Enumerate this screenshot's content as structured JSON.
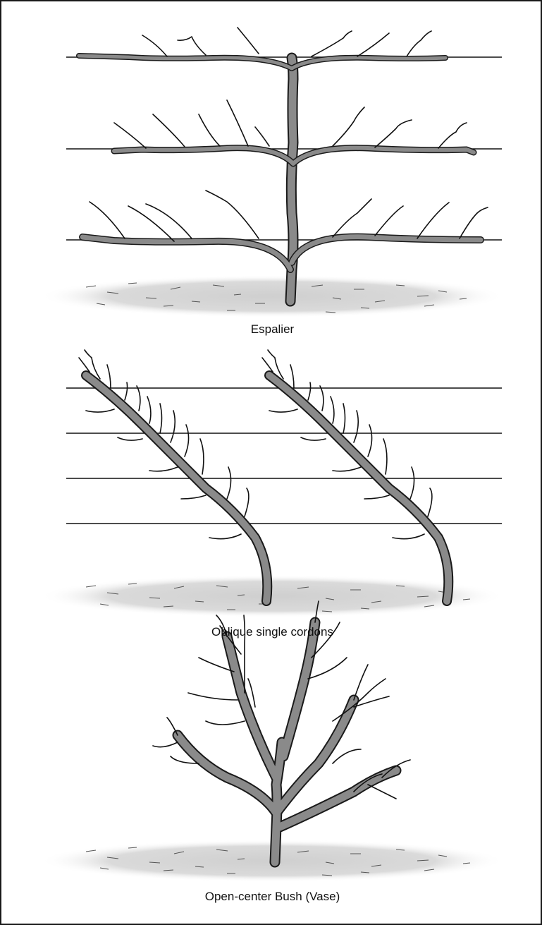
{
  "colors": {
    "bark": "#8a8a8a",
    "outline": "#1a1a1a",
    "ground": "#d6d6d6"
  },
  "figures": [
    {
      "id": "espalier",
      "caption": "Espalier"
    },
    {
      "id": "oblique-cordons",
      "caption": "Oblique single cordons"
    },
    {
      "id": "vase",
      "caption": "Open-center Bush (Vase)"
    }
  ]
}
